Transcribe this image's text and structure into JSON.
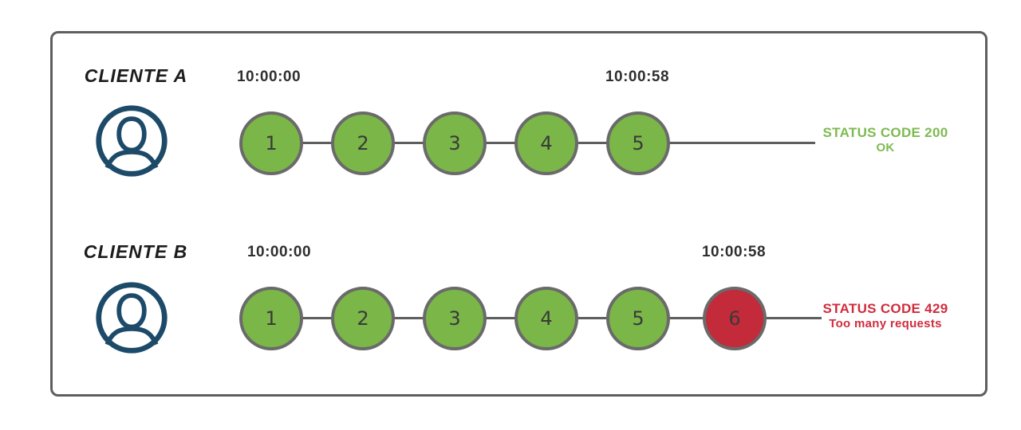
{
  "colors": {
    "green": "#7ab648",
    "red": "#c32a3a",
    "line": "#5e5e5e",
    "circle_border": "#6a6a6a",
    "navy": "#1c4a68",
    "status_green": "#7cba50",
    "status_red": "#d02c3c",
    "timestamp": "#2f2f2f",
    "label": "#1c1c1c",
    "number": "#3a3a3a",
    "panel_border": "#5e5e5e"
  },
  "icons": {
    "client": "user-avatar-icon"
  },
  "rows": [
    {
      "client_label": "CLIENTE A",
      "start_time": "10:00:00",
      "end_time": "10:00:58",
      "requests": [
        {
          "n": "1",
          "state": "ok"
        },
        {
          "n": "2",
          "state": "ok"
        },
        {
          "n": "3",
          "state": "ok"
        },
        {
          "n": "4",
          "state": "ok"
        },
        {
          "n": "5",
          "state": "ok"
        }
      ],
      "status_line1": "STATUS CODE 200",
      "status_line2": "OK"
    },
    {
      "client_label": "CLIENTE B",
      "start_time": "10:00:00",
      "end_time": "10:00:58",
      "requests": [
        {
          "n": "1",
          "state": "ok"
        },
        {
          "n": "2",
          "state": "ok"
        },
        {
          "n": "3",
          "state": "ok"
        },
        {
          "n": "4",
          "state": "ok"
        },
        {
          "n": "5",
          "state": "ok"
        },
        {
          "n": "6",
          "state": "blocked"
        }
      ],
      "status_line1": "STATUS CODE 429",
      "status_line2": "Too many requests"
    }
  ]
}
